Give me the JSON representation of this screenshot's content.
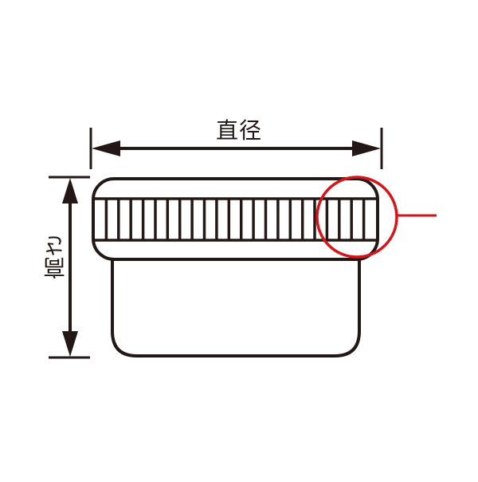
{
  "diagram": {
    "labels": {
      "width": "直径",
      "height": "高さ"
    },
    "colors": {
      "stroke": "#231815",
      "highlight": "#d7141a",
      "background": "#ffffff"
    },
    "object": "ribbed-lid-container",
    "rib_count": 23,
    "annotations": {
      "width_dimension": "arrow spanning lid diameter",
      "height_dimension": "arrow spanning total height",
      "detail_callout": "red circle highlighting lid rim with leader line"
    }
  }
}
